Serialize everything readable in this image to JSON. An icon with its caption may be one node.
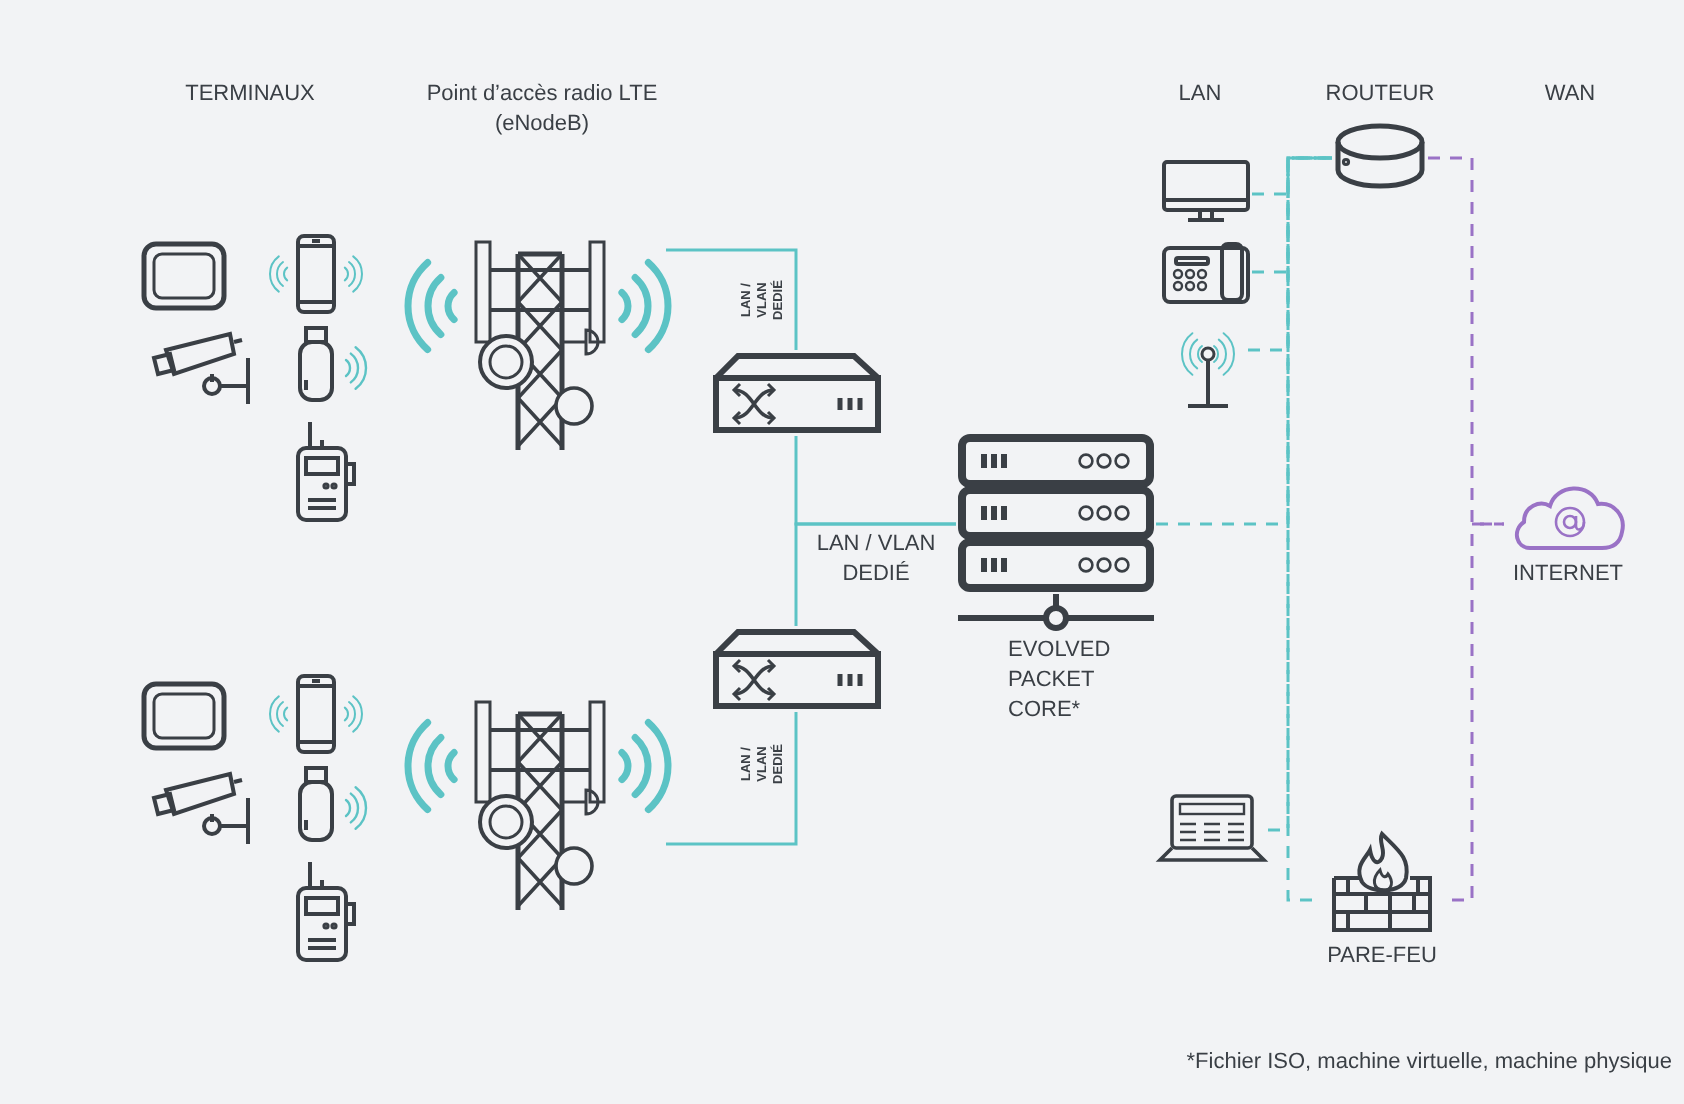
{
  "diagram": {
    "nodes": [
      {
        "text": [],
        "shape": "picture"
      },
      {
        "text": [],
        "shape": "picture"
      },
      {
        "text": [],
        "shape": "picture"
      },
      {
        "text": [],
        "shape": "picture"
      },
      {
        "text": [],
        "shape": "picture"
      },
      {
        "text": [],
        "shape": "picture"
      },
      {
        "text": [],
        "shape": "picture"
      },
      {
        "text": [],
        "shape": "picture"
      },
      {
        "text": [],
        "shape": "picture"
      },
      {
        "text": [],
        "shape": "picture"
      },
      {
        "text": [],
        "shape": "picture"
      },
      {
        "text": [],
        "shape": "picture"
      },
      {
        "text": [],
        "shape": "picture"
      },
      {
        "text": [],
        "shape": "picture"
      },
      {
        "text": [
          "EVOLVED PACKET CORE*"
        ]
      },
      {
        "text": [],
        "shape": "picture"
      },
      {
        "text": [],
        "shape": "picture"
      },
      {
        "text": [],
        "shape": "picture"
      },
      {
        "text": [],
        "shape": "picture"
      },
      {
        "text": [],
        "shape": "cylinder"
      },
      {
        "text": [
          "PARE-FEU"
        ]
      },
      {
        "text": [
          "INTERNET"
        ]
      }
    ],
    "edges": [
      {
        "from": 5,
        "to": 6,
        "arrow": "none",
        "label": "LAN / VLAN DEDIÉ"
      },
      {
        "from": 6,
        "to": 14,
        "arrow": "none",
        "label": "LAN / VLAN DEDIÉ"
      },
      {
        "from": 7,
        "to": 14,
        "arrow": "none"
      },
      {
        "from": 8,
        "to": 7,
        "arrow": "none",
        "label": "LAN / VLAN DEDIÉ"
      },
      {
        "from": 15,
        "to": 19,
        "arrow": "none",
        "style": "dashed"
      },
      {
        "from": 16,
        "to": 19,
        "arrow": "none",
        "style": "dashed"
      },
      {
        "from": 17,
        "to": 19,
        "arrow": "none",
        "style": "dashed"
      },
      {
        "from": 14,
        "to": 19,
        "arrow": "none",
        "style": "dashed"
      },
      {
        "from": 18,
        "to": 19,
        "arrow": "none",
        "style": "dashed"
      },
      {
        "from": 20,
        "to": 19,
        "arrow": "none",
        "style": "dashed"
      },
      {
        "from": 19,
        "to": 21,
        "arrow": "none",
        "style": "dashed",
        "color": "#9a72c6"
      },
      {
        "from": 20,
        "to": 21,
        "arrow": "none",
        "style": "dashed",
        "color": "#9a72c6"
      }
    ],
    "labels": [
      "TERMINAUX",
      "Point d’accès radio LTE (eNodeB)",
      "LAN",
      "ROUTEUR",
      "WAN",
      "*Fichier ISO, machine virtuelle, machine physique"
    ]
  }
}
